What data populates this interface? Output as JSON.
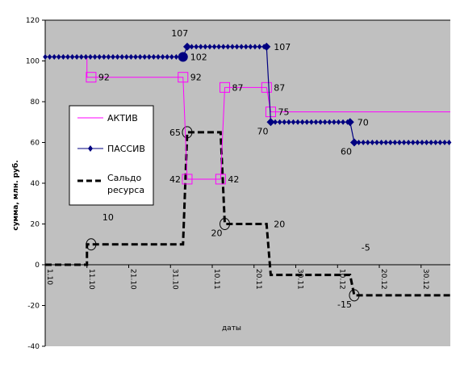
{
  "chart_data": {
    "type": "line",
    "xlabel": "даты",
    "ylabel": "сумма, млн. руб.",
    "ylim": [
      -40,
      120
    ],
    "y_ticks": [
      "120",
      "100",
      "80",
      "60",
      "40",
      "20",
      "0",
      "-20",
      "-40"
    ],
    "x_tick_labels": [
      "1.10",
      "11.10",
      "21.10",
      "31.10",
      "10.11",
      "20.11",
      "30.11",
      "10.12",
      "20.12",
      "30.12"
    ],
    "x_range_days": [
      0,
      97
    ],
    "grid": "horizontal-top-only",
    "legend_position": "left-middle",
    "colors": {
      "plot_bg": "#c0c0c0",
      "aktiv": "#ff00ff",
      "passiv": "#000080",
      "saldo": "#000000"
    },
    "series": [
      {
        "name": "АКТИВ",
        "style": "thin-line-square-markers",
        "points": [
          [
            10,
            102
          ],
          [
            10,
            92
          ],
          [
            33,
            92
          ],
          [
            34,
            42
          ],
          [
            42,
            42
          ],
          [
            43,
            87
          ],
          [
            53,
            87
          ],
          [
            54,
            75
          ],
          [
            97,
            75
          ]
        ],
        "markers": [
          [
            11,
            92
          ],
          [
            33,
            92
          ],
          [
            34,
            42
          ],
          [
            42,
            42
          ],
          [
            43,
            87
          ],
          [
            53,
            87
          ],
          [
            54,
            75
          ]
        ]
      },
      {
        "name": "ПАССИВ",
        "style": "line-diamond-markers",
        "points": [
          [
            0,
            102
          ],
          [
            33,
            102
          ],
          [
            34,
            107
          ],
          [
            53,
            107
          ],
          [
            54,
            70
          ],
          [
            73,
            70
          ],
          [
            74,
            60
          ],
          [
            97,
            60
          ]
        ]
      },
      {
        "name": "Сальдо ресурса",
        "style": "thick-dashed",
        "points": [
          [
            0,
            0
          ],
          [
            10,
            0
          ],
          [
            10,
            10
          ],
          [
            33,
            10
          ],
          [
            34,
            65
          ],
          [
            42,
            65
          ],
          [
            43,
            20
          ],
          [
            53,
            20
          ],
          [
            54,
            -5
          ],
          [
            73,
            -5
          ],
          [
            74,
            -15
          ],
          [
            97,
            -15
          ]
        ],
        "circle_markers": [
          [
            11,
            10
          ],
          [
            34,
            65
          ],
          [
            43,
            20
          ],
          [
            74,
            -15
          ]
        ]
      }
    ],
    "annotations": [
      {
        "text": "107",
        "x": 33,
        "y": 107,
        "pos": "above-left"
      },
      {
        "text": "102",
        "x": 33,
        "y": 102,
        "pos": "right"
      },
      {
        "text": "107",
        "x": 53,
        "y": 107,
        "pos": "right"
      },
      {
        "text": "92",
        "x": 11,
        "y": 92,
        "pos": "right"
      },
      {
        "text": "92",
        "x": 33,
        "y": 92,
        "pos": "right"
      },
      {
        "text": "87",
        "x": 43,
        "y": 87,
        "pos": "right"
      },
      {
        "text": "87",
        "x": 53,
        "y": 87,
        "pos": "right"
      },
      {
        "text": "75",
        "x": 54,
        "y": 75,
        "pos": "right"
      },
      {
        "text": "70",
        "x": 54,
        "y": 70,
        "pos": "below-left"
      },
      {
        "text": "70",
        "x": 73,
        "y": 70,
        "pos": "right"
      },
      {
        "text": "60",
        "x": 74,
        "y": 60,
        "pos": "below-left"
      },
      {
        "text": "65",
        "x": 34,
        "y": 65,
        "pos": "left"
      },
      {
        "text": "42",
        "x": 34,
        "y": 42,
        "pos": "left"
      },
      {
        "text": "42",
        "x": 42,
        "y": 42,
        "pos": "right"
      },
      {
        "text": "20",
        "x": 43,
        "y": 20,
        "pos": "below-left"
      },
      {
        "text": "20",
        "x": 53,
        "y": 20,
        "pos": "right"
      },
      {
        "text": "10",
        "x": 11,
        "y": 10,
        "pos": "above-right"
      },
      {
        "text": "-5",
        "x": 73,
        "y": -5,
        "pos": "above-right"
      },
      {
        "text": "-15",
        "x": 74,
        "y": -15,
        "pos": "below-left"
      }
    ]
  }
}
